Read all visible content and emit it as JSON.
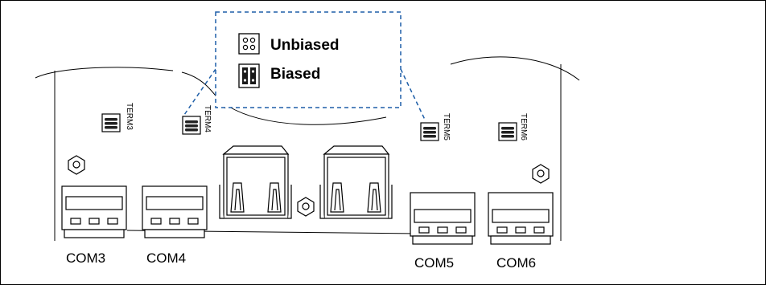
{
  "legend": {
    "unbiased_label": "Unbiased",
    "biased_label": "Biased",
    "box_color": "#1f5fa8"
  },
  "terminators": [
    {
      "label": "TERM3",
      "state": "biased"
    },
    {
      "label": "TERM4",
      "state": "biased"
    },
    {
      "label": "TERM5",
      "state": "biased"
    },
    {
      "label": "TERM6",
      "state": "biased"
    }
  ],
  "ports": [
    {
      "label": "COM3"
    },
    {
      "label": "COM4"
    },
    {
      "label": "COM5"
    },
    {
      "label": "COM6"
    }
  ]
}
